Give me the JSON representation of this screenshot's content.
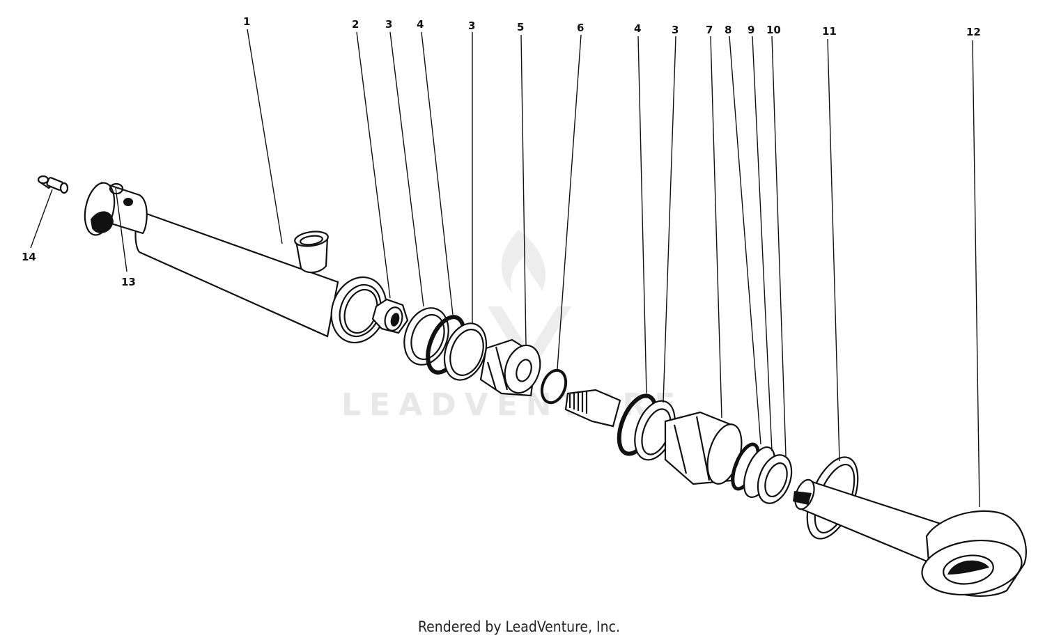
{
  "diagram": {
    "callouts": [
      {
        "id": "c1",
        "label": "1"
      },
      {
        "id": "c2",
        "label": "2"
      },
      {
        "id": "c3a",
        "label": "3"
      },
      {
        "id": "c4a",
        "label": "4"
      },
      {
        "id": "c3b",
        "label": "3"
      },
      {
        "id": "c5",
        "label": "5"
      },
      {
        "id": "c6",
        "label": "6"
      },
      {
        "id": "c4b",
        "label": "4"
      },
      {
        "id": "c3c",
        "label": "3"
      },
      {
        "id": "c7",
        "label": "7"
      },
      {
        "id": "c8",
        "label": "8"
      },
      {
        "id": "c9",
        "label": "9"
      },
      {
        "id": "c10",
        "label": "10"
      },
      {
        "id": "c11",
        "label": "11"
      },
      {
        "id": "c12",
        "label": "12"
      },
      {
        "id": "c13",
        "label": "13"
      },
      {
        "id": "c14",
        "label": "14"
      }
    ],
    "watermark": "LEADVENTURE",
    "footer": "Rendered by LeadVenture, Inc."
  }
}
